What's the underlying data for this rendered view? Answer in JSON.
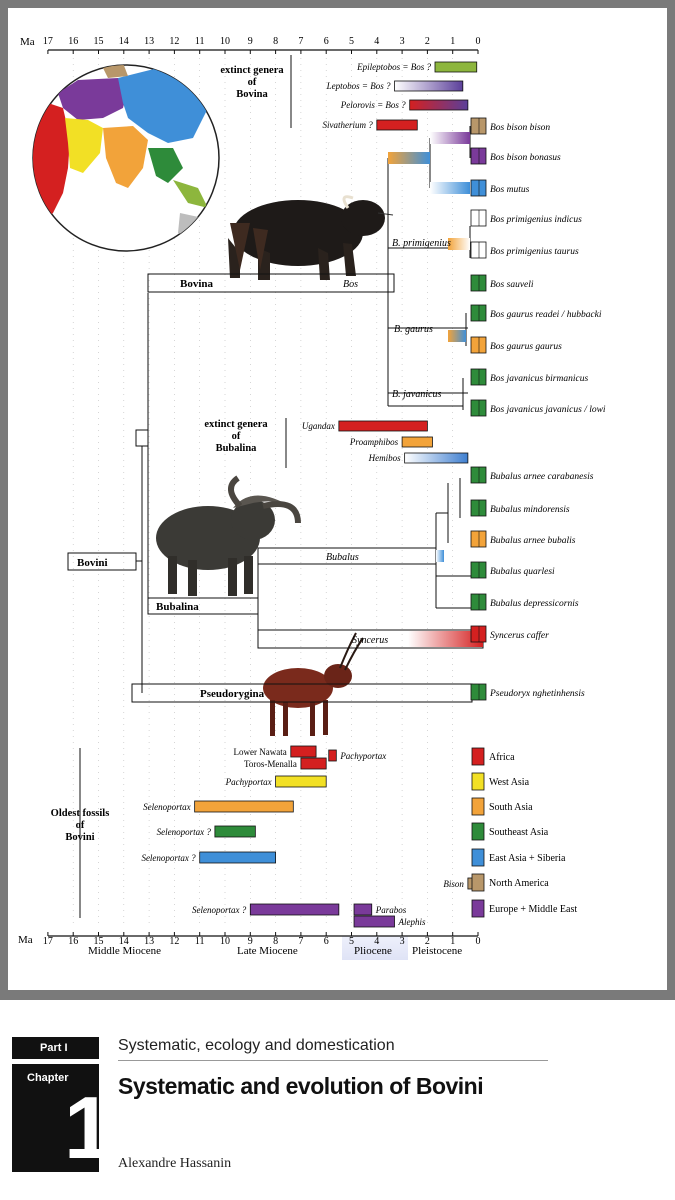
{
  "axis": {
    "unit": "Ma",
    "ticks": [
      "17",
      "16",
      "15",
      "14",
      "13",
      "12",
      "11",
      "10",
      "9",
      "8",
      "7",
      "6",
      "5",
      "4",
      "3",
      "2",
      "1",
      "0"
    ],
    "epochs": [
      "Middle Miocene",
      "Late Miocene",
      "Pliocene",
      "Pleistocene"
    ]
  },
  "groups": {
    "bovini": "Bovini",
    "bovina": "Bovina",
    "bubalina": "Bubalina",
    "pseudorygina": "Pseudorygina",
    "extinct_bovina": [
      "extinct genera",
      "of",
      "Bovina"
    ],
    "extinct_bubalina": [
      "extinct genera",
      "of",
      "Bubalina"
    ],
    "oldest_fossils": [
      "Oldest fossils",
      "of",
      "Bovini"
    ]
  },
  "genus_labels": {
    "bos": "Bos",
    "b_primigenius": "B. primigenius",
    "b_gaurus": "B. gaurus",
    "b_javanicus": "B. javanicus",
    "bubalus": "Bubalus",
    "syncerus": "Syncerus"
  },
  "extinct_bovina": [
    {
      "name": "Epileptobos = Bos ?",
      "start": 1.7,
      "end": 0.05,
      "colors": [
        "#8db63d"
      ]
    },
    {
      "name": "Leptobos = Bos ?",
      "start": 3.3,
      "end": 0.6,
      "colors": [
        "#ffffff",
        "#5b3f9a"
      ]
    },
    {
      "name": "Pelorovis = Bos ?",
      "start": 2.7,
      "end": 0.4,
      "colors": [
        "#d42020",
        "#5b3f9a"
      ]
    },
    {
      "name": "Sivatherium ?",
      "start": 4.0,
      "end": 2.4,
      "colors": [
        "#d42020"
      ]
    }
  ],
  "extinct_bubalina": [
    {
      "name": "Ugandax",
      "start": 5.5,
      "end": 2.0,
      "colors": [
        "#d42020"
      ]
    },
    {
      "name": "Proamphibos",
      "start": 3.0,
      "end": 1.8,
      "colors": [
        "#f2a33a"
      ]
    },
    {
      "name": "Hemibos",
      "start": 2.9,
      "end": 0.4,
      "colors": [
        "#ffffff",
        "#3f7fd0"
      ]
    }
  ],
  "species": [
    {
      "name": "Bos bison bison",
      "color": "#b8976a"
    },
    {
      "name": "Bos bison bonasus",
      "color": "#7a3a9a"
    },
    {
      "name": "Bos mutus",
      "color": "#3f8fd8"
    },
    {
      "name": "Bos primigenius indicus",
      "color": "#ffffff"
    },
    {
      "name": "Bos primigenius taurus",
      "color": "#ffffff"
    },
    {
      "name": "Bos sauveli",
      "color": "#2e8b3a"
    },
    {
      "name": "Bos gaurus readei / hubbacki",
      "color": "#2e8b3a"
    },
    {
      "name": "Bos gaurus gaurus",
      "color": "#f2a33a"
    },
    {
      "name": "Bos javanicus birmanicus",
      "color": "#2e8b3a"
    },
    {
      "name": "Bos javanicus javanicus / lowi",
      "color": "#2e8b3a"
    },
    {
      "name": "Bubalus arnee carabanesis",
      "color": "#2e8b3a"
    },
    {
      "name": "Bubalus mindorensis",
      "color": "#2e8b3a"
    },
    {
      "name": "Bubalus arnee bubalis",
      "color": "#f2a33a"
    },
    {
      "name": "Bubalus quarlesi",
      "color": "#2e8b3a"
    },
    {
      "name": "Bubalus depressicornis",
      "color": "#2e8b3a"
    },
    {
      "name": "Syncerus caffer",
      "color": "#d42020"
    },
    {
      "name": "Pseudoryx nghetinhensis",
      "color": "#2e8b3a"
    }
  ],
  "fossils": [
    {
      "name": "Lower Nawata",
      "start": 7.4,
      "end": 6.4,
      "color": "#d42020",
      "side": "left"
    },
    {
      "name": "Pachyportax",
      "start": 5.9,
      "end": 5.6,
      "color": "#d42020",
      "side": "right"
    },
    {
      "name": "Toros-Menalla",
      "start": 7.0,
      "end": 6.0,
      "color": "#d42020",
      "side": "left"
    },
    {
      "name": "Pachyportax",
      "start": 8.0,
      "end": 6.0,
      "color": "#f2e025",
      "side": "left"
    },
    {
      "name": "Selenoportax",
      "start": 11.2,
      "end": 7.3,
      "color": "#f2a33a",
      "side": "left"
    },
    {
      "name": "Selenoportax ?",
      "start": 10.4,
      "end": 8.8,
      "color": "#2e8b3a",
      "side": "left"
    },
    {
      "name": "Selenoportax ?",
      "start": 11.0,
      "end": 8.0,
      "color": "#3f8fd8",
      "side": "left"
    },
    {
      "name": "Bison",
      "start": 0.4,
      "end": 0.2,
      "color": "#b8976a",
      "side": "left"
    },
    {
      "name": "Selenoportax ?",
      "start": 9.0,
      "end": 5.5,
      "color": "#7a3a9a",
      "side": "left"
    },
    {
      "name": "Parabos",
      "start": 4.9,
      "end": 4.2,
      "color": "#7a3a9a",
      "side": "right"
    },
    {
      "name": "Alephis",
      "start": 4.9,
      "end": 3.3,
      "color": "#7a3a9a",
      "side": "right"
    }
  ],
  "legend": [
    {
      "label": "Africa",
      "color": "#d42020"
    },
    {
      "label": "West Asia",
      "color": "#f2e025"
    },
    {
      "label": "South Asia",
      "color": "#f2a33a"
    },
    {
      "label": "Southeast Asia",
      "color": "#2e8b3a"
    },
    {
      "label": "East Asia + Siberia",
      "color": "#3f8fd8"
    },
    {
      "label": "North America",
      "color": "#b8976a"
    },
    {
      "label": "Europe + Middle East",
      "color": "#7a3a9a"
    }
  ],
  "images": {
    "globe": "globe-map-icon",
    "yak": "yak-icon",
    "buffalo": "buffalo-icon",
    "saola": "saola-icon"
  },
  "page": {
    "part": "Part I",
    "section": "Systematic, ecology and domestication",
    "chapter_label": "Chapter",
    "chapter_number": "1",
    "title": "Systematic and evolution of Bovini",
    "author": "Alexandre Hassanin"
  }
}
